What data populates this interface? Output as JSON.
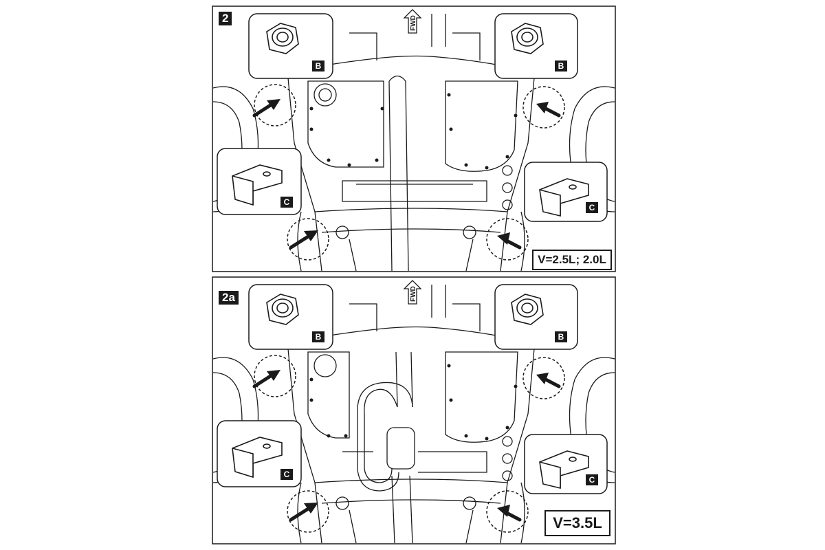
{
  "panels": [
    {
      "label": "2",
      "variant": "V=2.5L; 2.0L",
      "direction": "FWD",
      "callouts": [
        {
          "tag": "B",
          "part": "nut-icon"
        },
        {
          "tag": "B",
          "part": "nut-icon"
        },
        {
          "tag": "C",
          "part": "bracket-icon"
        },
        {
          "tag": "C",
          "part": "bracket-icon"
        }
      ]
    },
    {
      "label": "2a",
      "variant": "V=3.5L",
      "direction": "FWD",
      "callouts": [
        {
          "tag": "B",
          "part": "nut-icon"
        },
        {
          "tag": "B",
          "part": "nut-icon"
        },
        {
          "tag": "C",
          "part": "bracket-icon"
        },
        {
          "tag": "C",
          "part": "bracket-icon"
        }
      ]
    }
  ],
  "colors": {
    "line": "#1a1a1a",
    "background": "#ffffff"
  }
}
